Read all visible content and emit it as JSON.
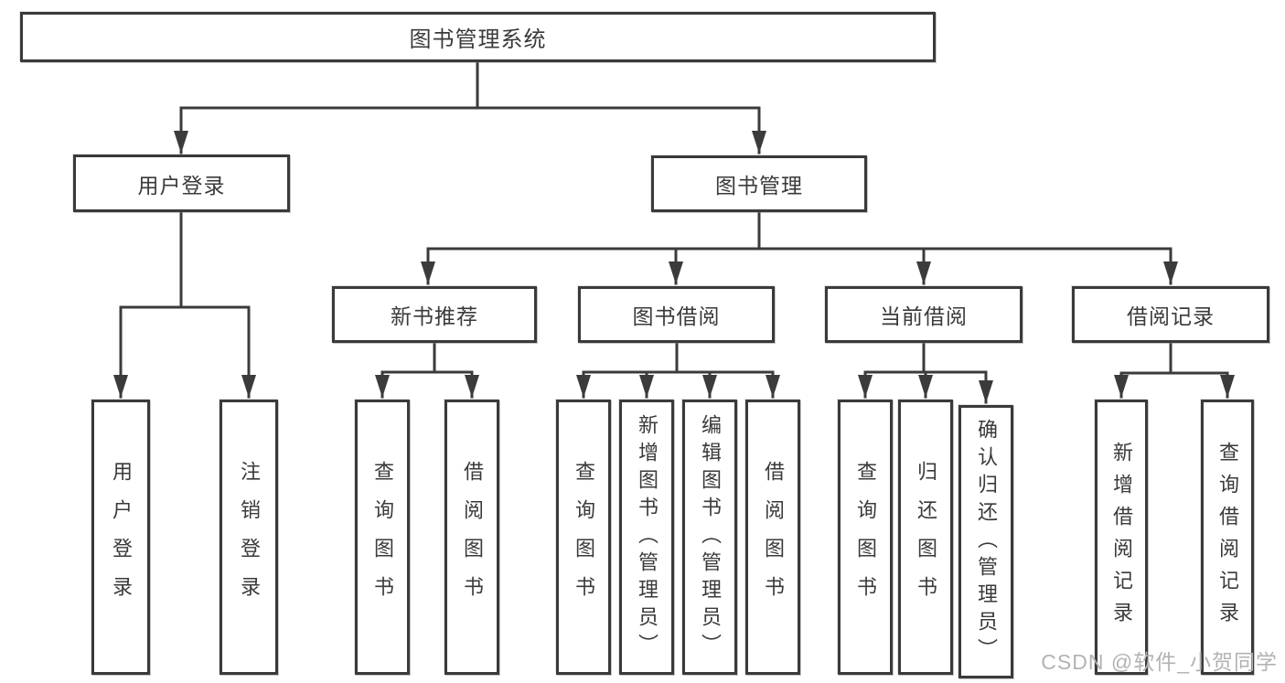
{
  "colors": {
    "line": "#3b3b3b",
    "border": "#3a3a3a",
    "text": "#3a3a3a",
    "watermark": "#b3b3b3"
  },
  "watermark": "CSDN @软件_小贺同学",
  "tree": {
    "root": "图书管理系统",
    "branches": [
      {
        "label": "用户登录",
        "leaves": [
          "用户登录",
          "注销登录"
        ]
      },
      {
        "label": "图书管理",
        "groups": [
          {
            "label": "新书推荐",
            "leaves": [
              "查询图书",
              "借阅图书"
            ]
          },
          {
            "label": "图书借阅",
            "leaves": [
              "查询图书",
              "新增图书（管理员）",
              "编辑图书（管理员）",
              "借阅图书"
            ]
          },
          {
            "label": "当前借阅",
            "leaves": [
              "查询图书",
              "归还图书",
              "确认归还（管理员）"
            ]
          },
          {
            "label": "借阅记录",
            "leaves": [
              "新增借阅记录",
              "查询借阅记录"
            ]
          }
        ]
      }
    ]
  }
}
